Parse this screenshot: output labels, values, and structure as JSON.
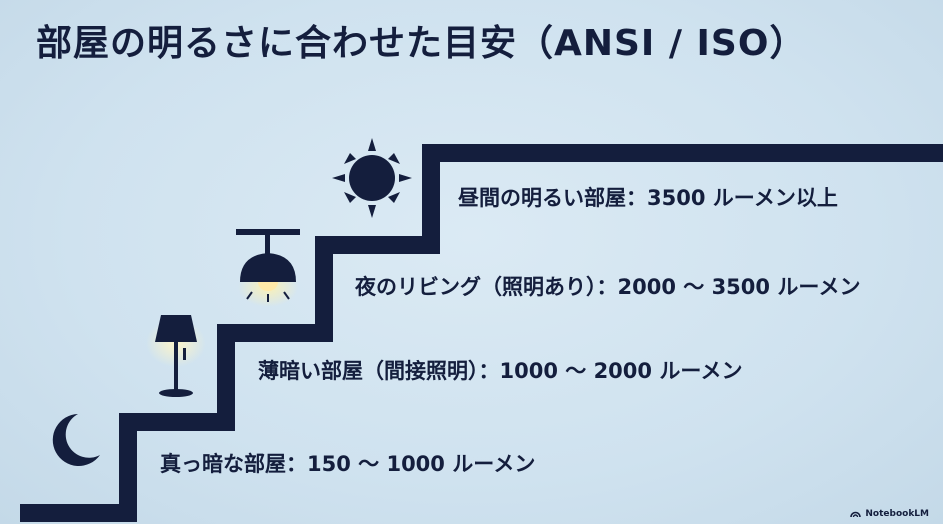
{
  "title": "部屋の明るさに合わせた目安（ANSI / ISO）",
  "steps": [
    {
      "icon": "moon-icon",
      "label": "真っ暗な部屋：150 〜 1000 ルーメン"
    },
    {
      "icon": "table-lamp-icon",
      "label": "薄暗い部屋（間接照明）：1000 〜 2000 ルーメン"
    },
    {
      "icon": "ceiling-lamp-icon",
      "label": "夜のリビング（照明あり）：2000 〜 3500 ルーメン"
    },
    {
      "icon": "sun-icon",
      "label": "昼間の明るい部屋：3500 ルーメン以上"
    }
  ],
  "brand": "NotebookLM",
  "colors": {
    "background": "#cfe2ef",
    "ink": "#141e3d",
    "light": "#ffe9a8"
  }
}
